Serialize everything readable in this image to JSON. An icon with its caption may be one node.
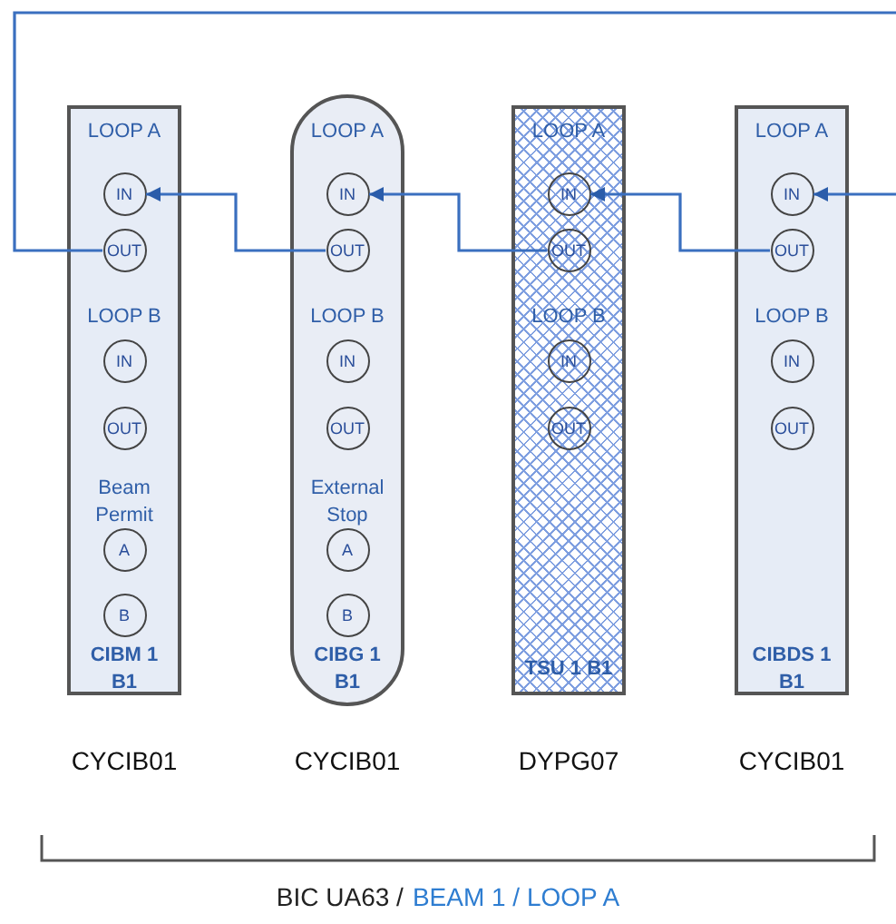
{
  "diagram": {
    "nodes": [
      {
        "text": [
          "LOOP A",
          "LOOP B",
          "Beam Permit",
          "CIBM 1 B1"
        ],
        "beside": [
          "CYCIB01"
        ]
      },
      {
        "text": [
          "IN"
        ],
        "in": 0
      },
      {
        "text": [
          "OUT"
        ],
        "in": 0
      },
      {
        "text": [
          "IN"
        ],
        "in": 0
      },
      {
        "text": [
          "OUT"
        ],
        "in": 0
      },
      {
        "text": [
          "A"
        ],
        "in": 0
      },
      {
        "text": [
          "B"
        ],
        "in": 0
      },
      {
        "text": [
          "LOOP A",
          "LOOP B",
          "External Stop",
          "CIBG 1 B1"
        ],
        "beside": [
          "CYCIB01"
        ]
      },
      {
        "text": [
          "IN"
        ],
        "in": 7
      },
      {
        "text": [
          "OUT"
        ],
        "in": 7
      },
      {
        "text": [
          "IN"
        ],
        "in": 7
      },
      {
        "text": [
          "OUT"
        ],
        "in": 7
      },
      {
        "text": [
          "A"
        ],
        "in": 7
      },
      {
        "text": [
          "B"
        ],
        "in": 7
      },
      {
        "text": [
          "LOOP A",
          "LOOP B",
          "TSU 1 B1"
        ],
        "beside": [
          "DYPG07"
        ]
      },
      {
        "text": [
          "IN"
        ],
        "in": 14
      },
      {
        "text": [
          "OUT"
        ],
        "in": 14
      },
      {
        "text": [
          "IN"
        ],
        "in": 14
      },
      {
        "text": [
          "OUT"
        ],
        "in": 14
      },
      {
        "text": [
          "LOOP A",
          "LOOP B",
          "CIBDS 1 B1"
        ],
        "beside": [
          "CYCIB01"
        ]
      },
      {
        "text": [
          "IN"
        ],
        "in": 19
      },
      {
        "text": [
          "OUT"
        ],
        "in": 19
      },
      {
        "text": [
          "IN"
        ],
        "in": 19
      },
      {
        "text": [
          "OUT"
        ],
        "in": 19
      }
    ],
    "edges": [
      {
        "from": null,
        "to": 20,
        "arrow": "to"
      },
      {
        "from": 21,
        "to": 15,
        "arrow": "to"
      },
      {
        "from": 16,
        "to": 8,
        "arrow": "to"
      },
      {
        "from": 9,
        "to": 1,
        "arrow": "to"
      },
      {
        "from": 2,
        "to": null,
        "arrow": "none"
      }
    ],
    "labels": [
      "BIC UA63 /",
      "BEAM 1 / LOOP A"
    ]
  }
}
